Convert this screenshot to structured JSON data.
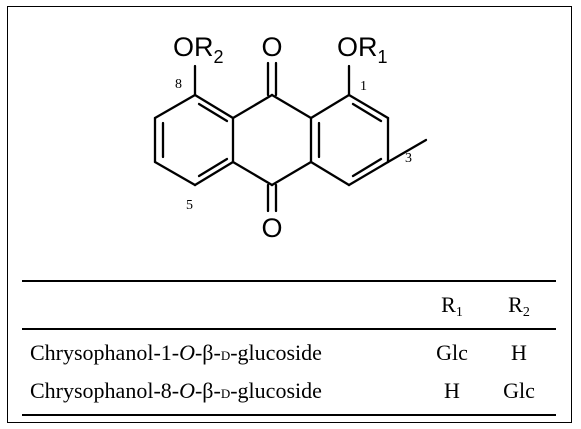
{
  "structure": {
    "labels": {
      "or2": "OR",
      "or2_sub": "2",
      "o_top": "O",
      "or1": "OR",
      "or1_sub": "1",
      "o_bottom": "O",
      "pos8": "8",
      "pos1": "1",
      "pos3": "3",
      "pos5": "5"
    }
  },
  "table": {
    "headers": {
      "r1": "R",
      "r1_sub": "1",
      "r2": "R",
      "r2_sub": "2"
    },
    "rows": [
      {
        "name_prefix": "Chrysophanol-1-",
        "name_italic": "O",
        "name_mid": "-β-",
        "name_smallcaps": "d",
        "name_suffix": "-glucoside",
        "r1": "Glc",
        "r2": "H"
      },
      {
        "name_prefix": "Chrysophanol-8-",
        "name_italic": "O",
        "name_mid": "-β-",
        "name_smallcaps": "d",
        "name_suffix": "-glucoside",
        "r1": "H",
        "r2": "Glc"
      }
    ]
  }
}
